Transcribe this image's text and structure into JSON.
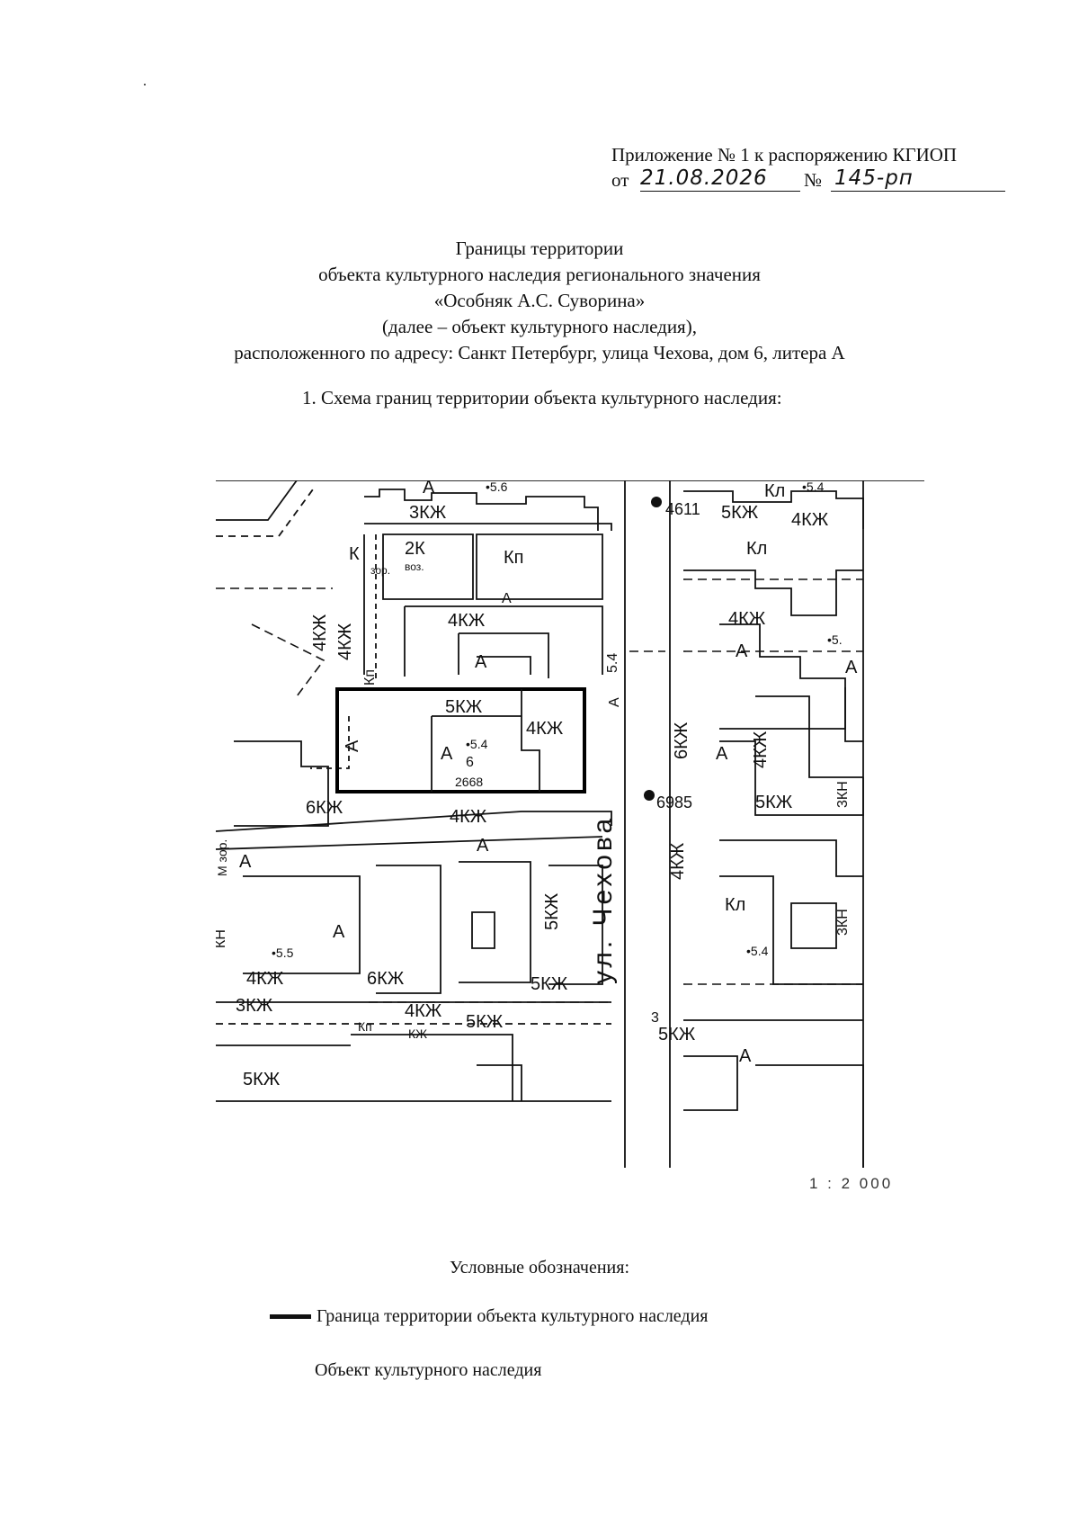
{
  "header": {
    "appendix": "Приложение № 1 к распоряжению КГИОП",
    "from_label": "от",
    "date": "21.08.2026",
    "number_label": "№",
    "number": "145-рп"
  },
  "title": {
    "line1": "Границы территории",
    "line2": "объекта культурного наследия регионального значения",
    "line3": "«Особняк А.С. Суворина»",
    "line4": "(далее – объект культурного наследия),",
    "line5": "расположенного по адресу: Санкт Петербург, улица Чехова, дом 6, литера А"
  },
  "section1": "1.   Схема границ территории объекта культурного наследия:",
  "map": {
    "street": "ул. Чехова",
    "scale": "1 : 2 000",
    "labels": {
      "3kzh_top": "3КЖ",
      "a_top": "А",
      "h56_top": "•5.6",
      "k_zor": "К",
      "zor": "зор.",
      "two_k": "2К",
      "voz": "воз.",
      "kn1": "Кп",
      "a_strip": "А",
      "four_kzh_a": "4КЖ",
      "four_kzh_vert": "4КЖ",
      "four_kzh_vert2": "4КЖ",
      "a_mid": "А",
      "kn_vert": "Кп",
      "five_kzh_in": "5КЖ",
      "four_kzh_in": "4КЖ",
      "a_in": "А",
      "a_in2": "А",
      "h54_in": "•5.4",
      "six_in": "6",
      "n2668": "2668",
      "six_kzh": "6КЖ",
      "four_kzh_b": "4КЖ",
      "a_b": "А",
      "five_kzh_v": "5КЖ",
      "m_zor": "М зор.",
      "kn_left": "КН",
      "a_left": "А",
      "a_left2": "А",
      "h55": "•5.5",
      "four_kzh_c": "4КЖ",
      "six_kzh_c": "6КЖ",
      "five_kzh_c": "5КЖ",
      "three_kzh": "3КЖ",
      "four_kzh_d": "4КЖ",
      "five_kzh_d": "5КЖ",
      "kn_d": "Кп",
      "kzh_d": "КЖ",
      "five_kzh_bottom": "5КЖ",
      "kl_r1": "Кл",
      "h54_r1": "•5.4",
      "four_kzh_r1": "4КЖ",
      "n4611": "4611",
      "five_kzh_r": "5КЖ",
      "kl_r2": "Кл",
      "four_kzh_r2": "4КЖ",
      "a_r2": "А",
      "h5_r": "•5.",
      "a_right": "А",
      "h54_street": "5.4",
      "a_street": "А",
      "six_kzh_r": "6КЖ",
      "a_r3": "А",
      "four_kzh_r3": "4КЖ",
      "kn_r3": "3КН",
      "n6985": "6985",
      "five_kzh_r4": "5КЖ",
      "four_kzh_r4": "4КЖ",
      "kl_r4": "Кл",
      "kn_r4": "3КН",
      "h54_r4": "•5.4",
      "five_kzh_r5": "5КЖ",
      "a_r5": "А",
      "three_r": "3"
    }
  },
  "legend": {
    "title": "Условные обозначения:",
    "boundary": "Граница территории объекта культурного наследия",
    "object": "Объект культурного наследия"
  },
  "colors": {
    "ink": "#111111",
    "paper": "#ffffff"
  }
}
